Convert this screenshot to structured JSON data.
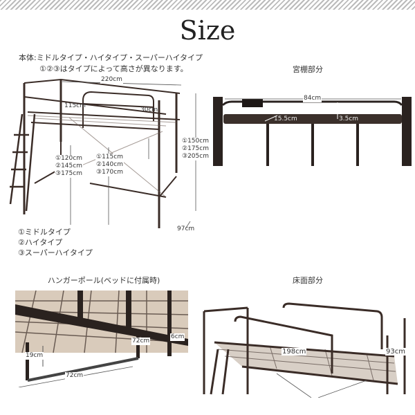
{
  "header": {
    "title": "Size"
  },
  "intro": {
    "line1": "本体:ミドルタイプ・ハイタイプ・スーパーハイタイプ",
    "line2": "①②③はタイプによって高さが異なります。"
  },
  "main_diagram": {
    "width": "220cm",
    "slat_width": "115cm",
    "guard_height": "30cm",
    "under_left": [
      "①120cm",
      "②145cm",
      "③175cm"
    ],
    "under_mid": [
      "①115cm",
      "②140cm",
      "③170cm"
    ],
    "total_height": [
      "①150cm",
      "②175cm",
      "③205cm"
    ],
    "depth": "97cm",
    "legend": [
      "①ミドルタイプ",
      "②ハイタイプ",
      "③スーパーハイタイプ"
    ]
  },
  "shelf": {
    "title": "宮棚部分",
    "width": "84cm",
    "depth": "15.5cm",
    "lip": "3.5cm"
  },
  "hanger": {
    "title": "ハンガーポール(ベッドに付属時)",
    "span": "72cm",
    "span2": "72cm",
    "drop": "19cm",
    "gap": "6cm"
  },
  "floor": {
    "title": "床面部分",
    "length": "198cm",
    "width": "93cm"
  },
  "colors": {
    "frame": "#2e2420",
    "mesh": "#d8cfc6",
    "stripe": "#bbbbbb"
  }
}
